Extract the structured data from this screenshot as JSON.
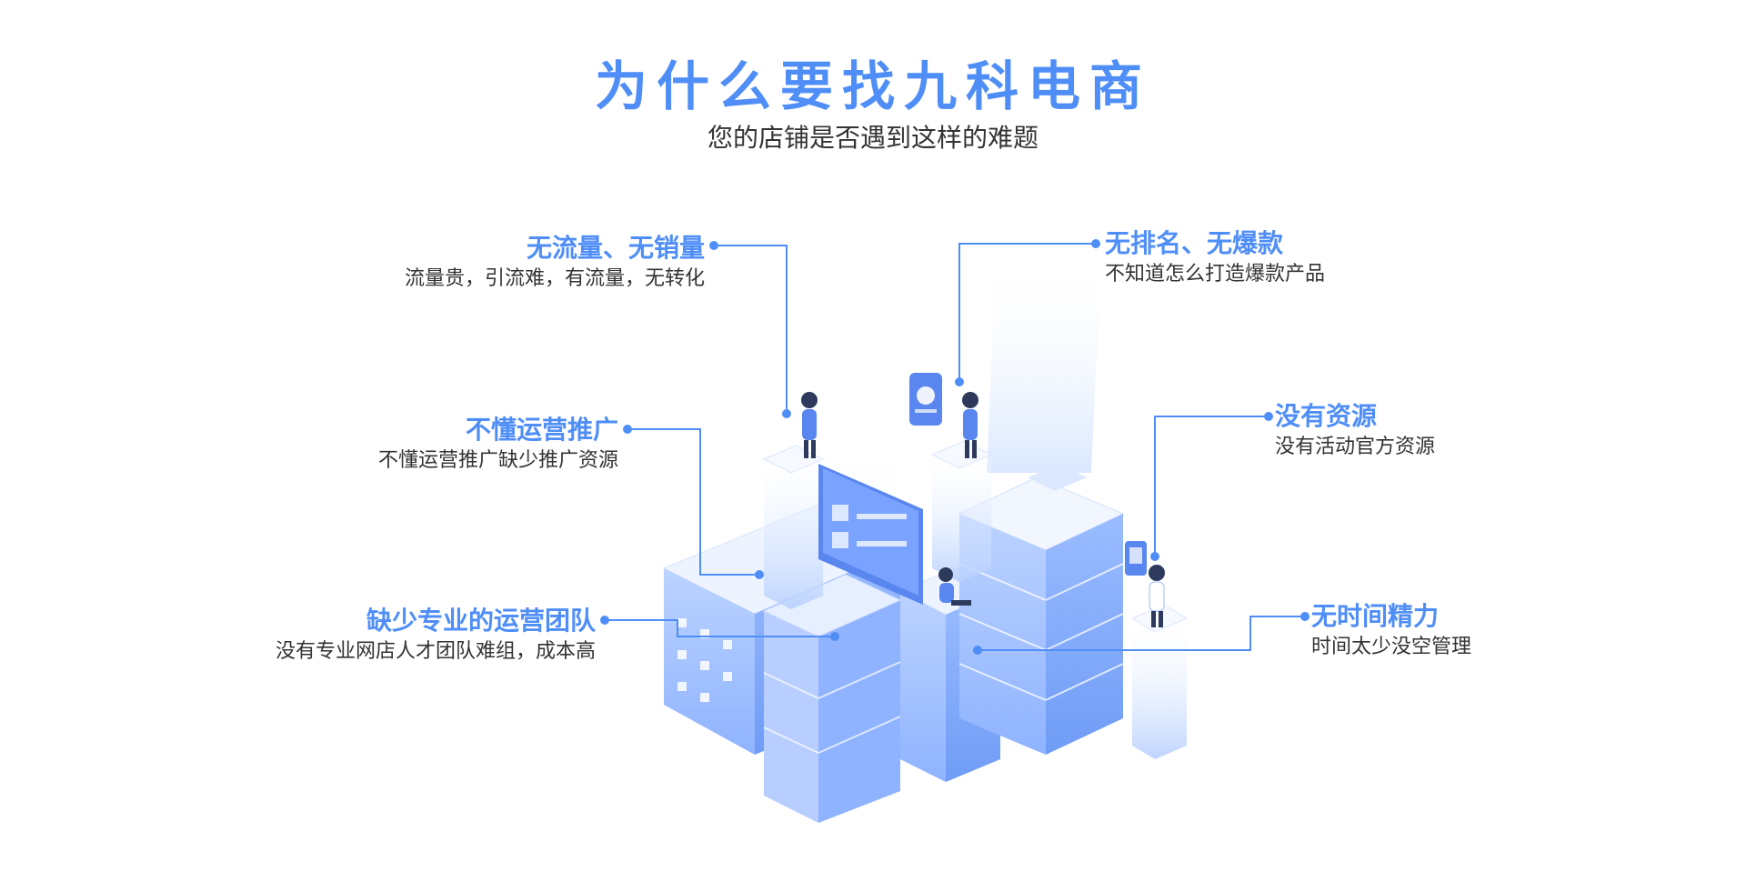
{
  "header": {
    "title": "为什么要找九科电商",
    "subtitle": "您的店铺是否遇到这样的难题"
  },
  "callouts": {
    "traffic": {
      "heading": "无流量、无销量",
      "desc": "流量贵，引流难，有流量，无转化"
    },
    "promotion": {
      "heading": "不懂运营推广",
      "desc": "不懂运营推广缺少推广资源"
    },
    "team": {
      "heading": "缺少专业的运营团队",
      "desc": "没有专业网店人才团队难组，成本高"
    },
    "ranking": {
      "heading": "无排名、无爆款",
      "desc": "不知道怎么打造爆款产品"
    },
    "resources": {
      "heading": "没有资源",
      "desc": "没有活动官方资源"
    },
    "time": {
      "heading": "无时间精力",
      "desc": "时间太少没空管理"
    }
  },
  "colors": {
    "accent": "#4f8ef7",
    "text": "#333333",
    "building_light": "#dbe8ff",
    "building_mid": "#a8c6ff",
    "building_dark": "#6f9cf6"
  }
}
